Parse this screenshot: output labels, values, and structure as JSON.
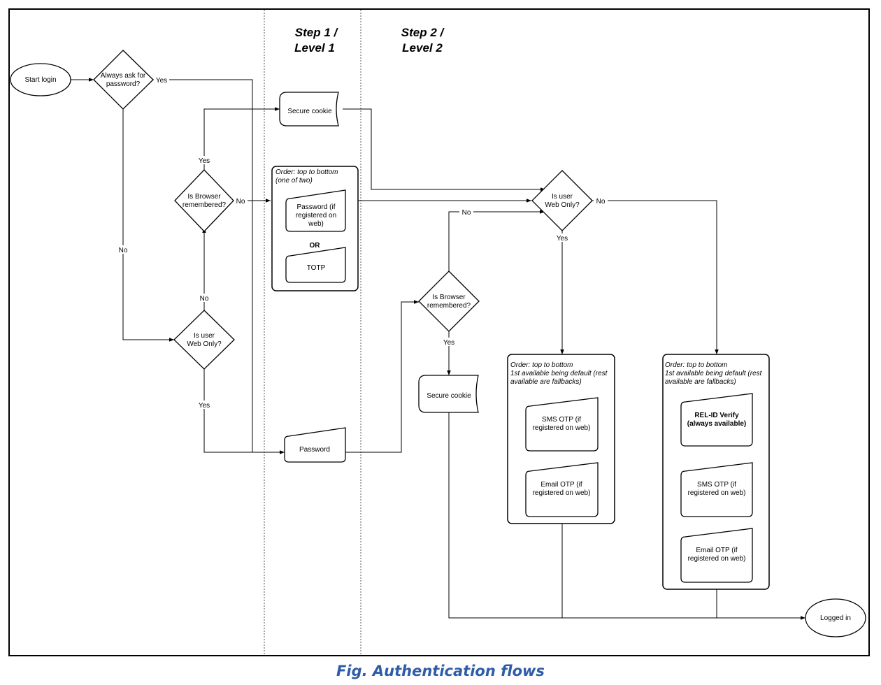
{
  "lanes": {
    "step1": [
      "Step 1 /",
      "Level 1"
    ],
    "step2": [
      "Step 2 /",
      "Level 2"
    ]
  },
  "nodes": {
    "start": "Start login",
    "always_ask": [
      "Always ask for",
      "password?"
    ],
    "secure_cookie_1": "Secure cookie",
    "browser_remembered_1": [
      "Is Browser",
      "remembered?"
    ],
    "web_only_1": [
      "Is user",
      "Web Only?"
    ],
    "level1_order_note": [
      "Order: top to bottom",
      "(one of two)"
    ],
    "password_web": [
      "Password (if",
      "registered on",
      "web)"
    ],
    "or_label": "OR",
    "totp": "TOTP",
    "password": "Password",
    "web_only_2": [
      "Is user",
      "Web Only?"
    ],
    "browser_remembered_2": [
      "Is Browser",
      "remembered?"
    ],
    "secure_cookie_2": "Secure cookie",
    "group_order_note": [
      "Order: top to bottom",
      "1st available being default (rest",
      "available are fallbacks)"
    ],
    "sms_otp": [
      "SMS OTP (if",
      "registered on web)"
    ],
    "email_otp": [
      "Email OTP (if",
      "registered on web)"
    ],
    "relid_verify": [
      "REL-ID Verify",
      "(always available)"
    ],
    "logged_in": "Logged in"
  },
  "edges": {
    "yes": "Yes",
    "no": "No"
  },
  "caption": "Fig. Authentication flows",
  "colors": {
    "line": "#000000",
    "caption": "#2e5ca8"
  }
}
